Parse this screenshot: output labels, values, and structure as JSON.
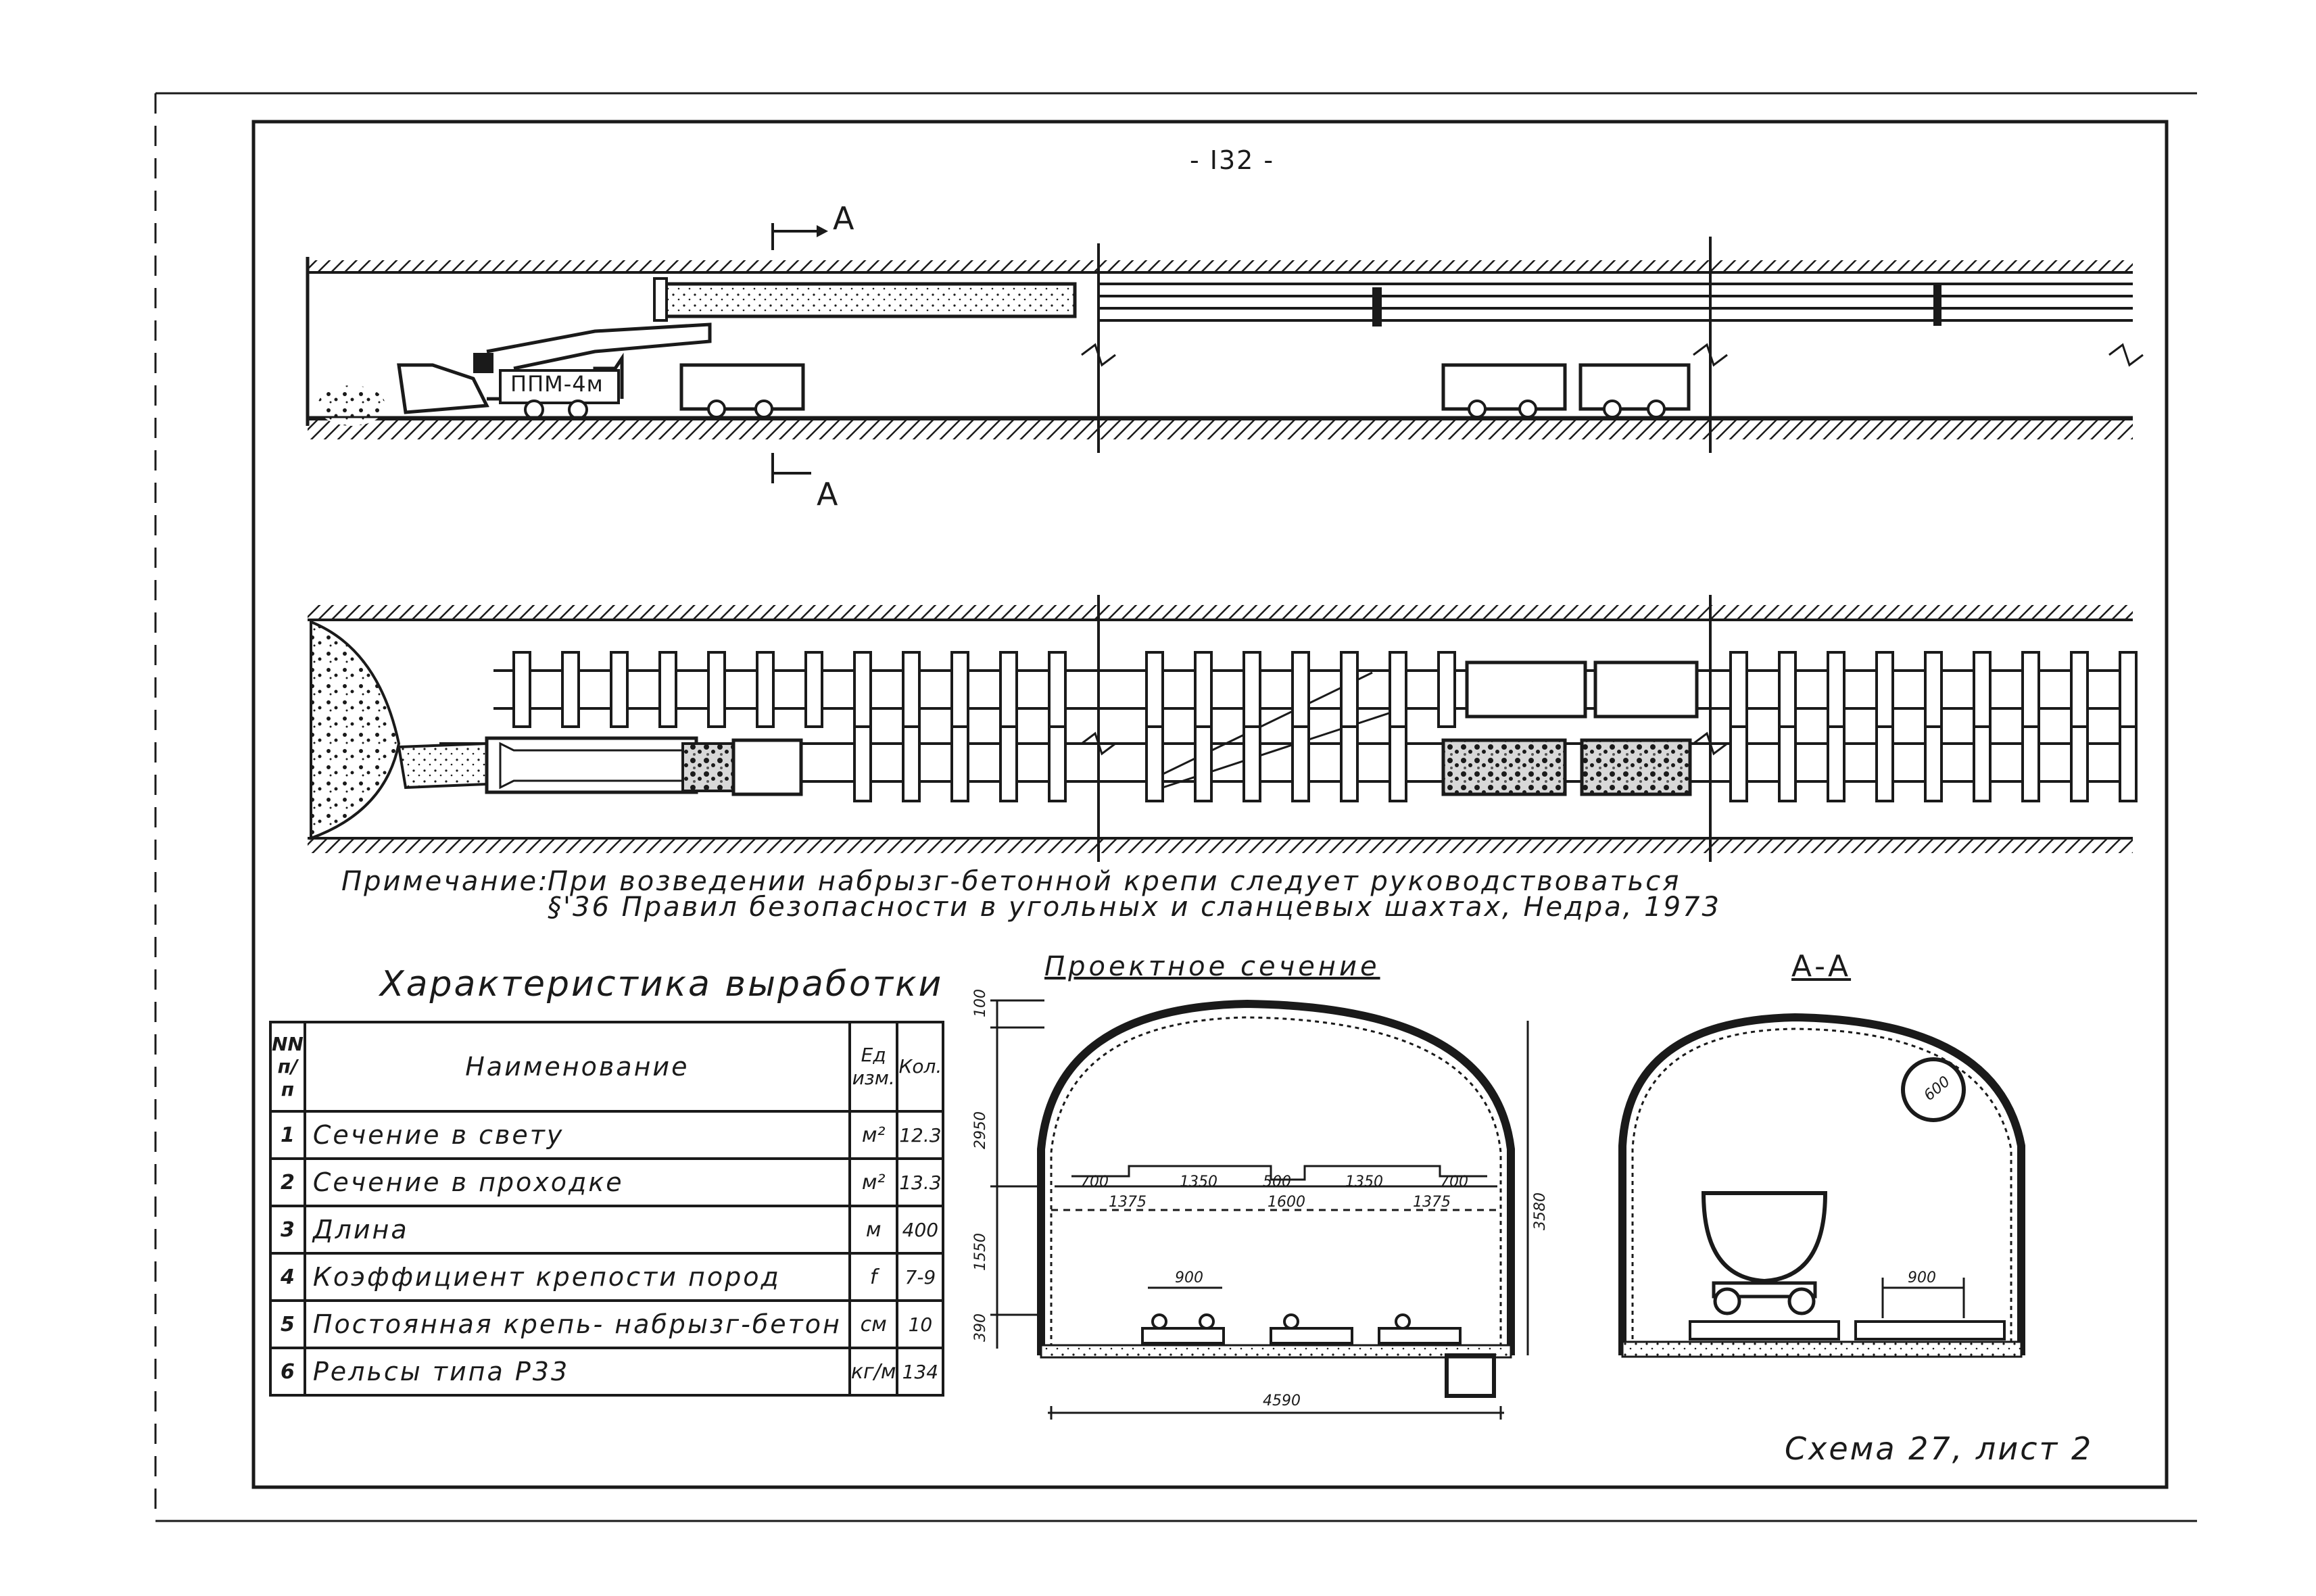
{
  "page_number": "- I32 -",
  "plan_labels": {
    "section_marker_top": "A",
    "section_marker_bottom": "A",
    "loader_label": "ППМ-4м"
  },
  "note": {
    "lead": "Примечание:",
    "line1": "При возведении набрызг-бетонной крепи следует руководствоваться",
    "line2": "§'36 Правил безопасности в угольных и сланцевых шахтах, Недра, 1973"
  },
  "table": {
    "title": "Характеристика выработки",
    "headers": {
      "num": "NN п/п",
      "name": "Наименование",
      "unit": "Ед изм.",
      "qty": "Кол."
    },
    "rows": [
      {
        "num": "1",
        "name": "Сечение в свету",
        "unit": "м²",
        "qty": "12.3"
      },
      {
        "num": "2",
        "name": "Сечение в проходке",
        "unit": "м²",
        "qty": "13.3"
      },
      {
        "num": "3",
        "name": "Длина",
        "unit": "м",
        "qty": "400"
      },
      {
        "num": "4",
        "name": "Коэффициент крепости пород",
        "unit": "f",
        "qty": "7-9"
      },
      {
        "num": "5",
        "name": "Постоянная крепь- набрызг-бетон",
        "unit": "см",
        "qty": "10"
      },
      {
        "num": "6",
        "name": "Рельсы типа Р33",
        "unit": "кг/м",
        "qty": "134"
      }
    ]
  },
  "project_section": {
    "title": "Проектное сечение",
    "dims": {
      "top": "100",
      "height_arch": "2950",
      "height_mid": "1550",
      "height_bottom": "390",
      "total_height": "3580",
      "width": "4590",
      "gauge": "900",
      "left_clear": "700",
      "train1": "1350",
      "between": "500",
      "train2": "1350",
      "right_clear": "700",
      "left_axis": "1375",
      "center_axis": "1600",
      "right_axis": "1375"
    }
  },
  "section_aa": {
    "title": "А-А",
    "dims": {
      "pipe_diameter": "600",
      "gauge": "900"
    }
  },
  "scheme_caption": "Схема 27, лист 2",
  "colors": {
    "ink": "#1a1a1a",
    "paper": "#ffffff",
    "fill_light": "#f2f2f2"
  }
}
